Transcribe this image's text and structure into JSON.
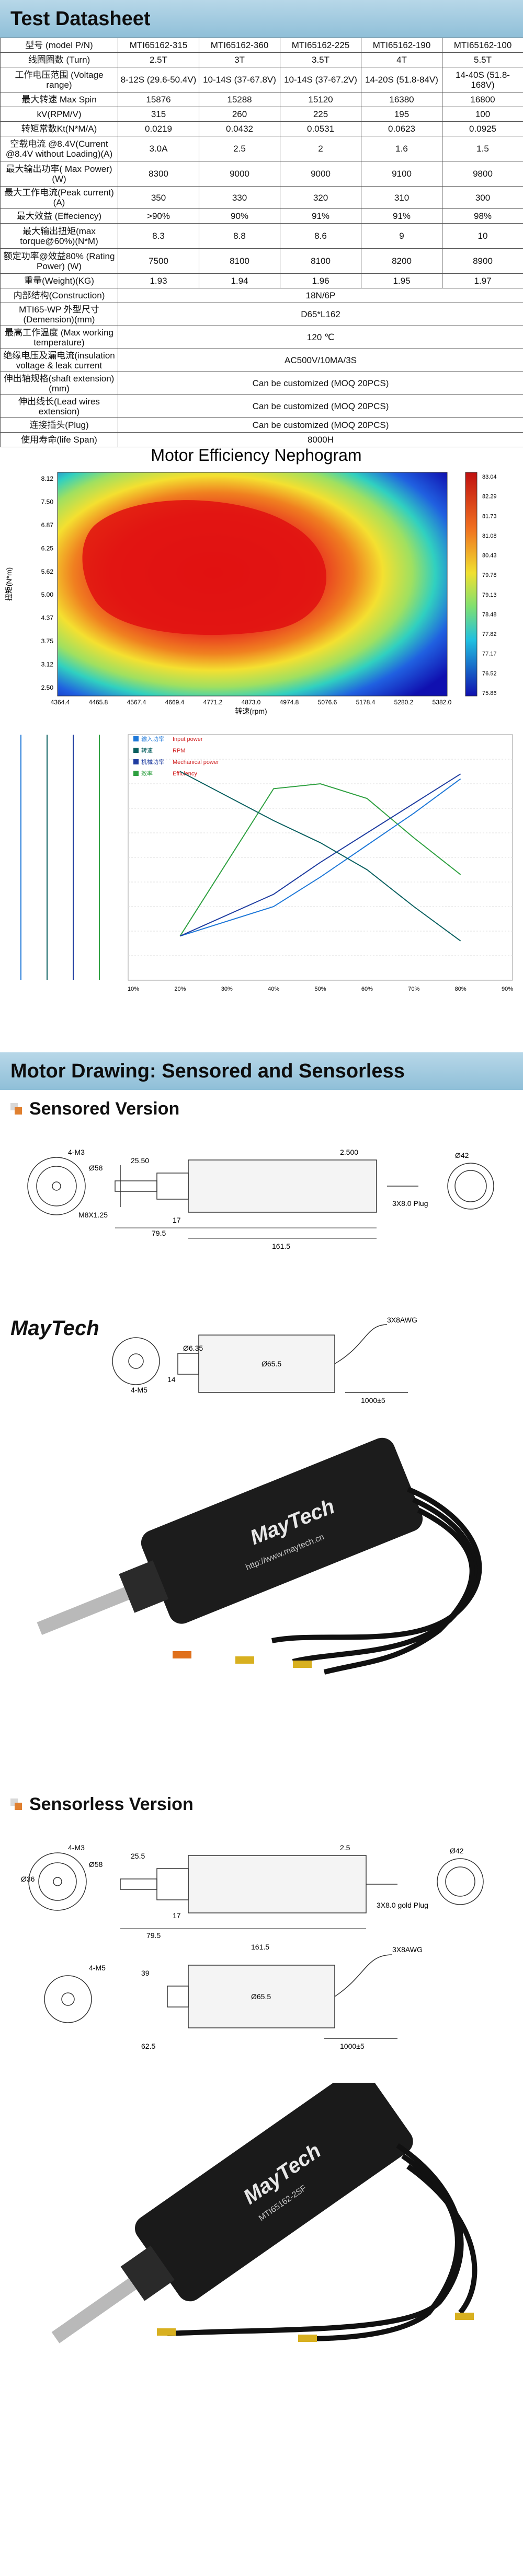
{
  "datasheet": {
    "title": "Test Datasheet",
    "rows": [
      {
        "label": "型号 (model P/N)",
        "values": [
          "MTI65162-315",
          "MTI65162-360",
          "MTI65162-225",
          "MTI65162-190",
          "MTI65162-100"
        ]
      },
      {
        "label": "线圈圈数 (Turn)",
        "values": [
          "2.5T",
          "3T",
          "3.5T",
          "4T",
          "5.5T"
        ]
      },
      {
        "label": "工作电压范围 (Voltage range)",
        "values": [
          "8-12S (29.6-50.4V)",
          "10-14S (37-67.8V)",
          "10-14S (37-67.2V)",
          "14-20S (51.8-84V)",
          "14-40S (51.8-168V)"
        ]
      },
      {
        "label": "最大转速 Max Spin",
        "values": [
          "15876",
          "15288",
          "15120",
          "16380",
          "16800"
        ]
      },
      {
        "label": "kV(RPM/V)",
        "values": [
          "315",
          "260",
          "225",
          "195",
          "100"
        ]
      },
      {
        "label": "转矩常数Kt(N*M/A)",
        "values": [
          "0.0219",
          "0.0432",
          "0.0531",
          "0.0623",
          "0.0925"
        ]
      },
      {
        "label": "空载电流 @8.4V(Current @8.4V without Loading)(A)",
        "values": [
          "3.0A",
          "2.5",
          "2",
          "1.6",
          "1.5"
        ]
      },
      {
        "label": "最大输出功率( Max Power)(W)",
        "values": [
          "8300",
          "9000",
          "9000",
          "9100",
          "9800"
        ]
      },
      {
        "label": "最大工作电流(Peak current)(A)",
        "values": [
          "350",
          "330",
          "320",
          "310",
          "300"
        ]
      },
      {
        "label": "最大效益 (Effeciency)",
        "values": [
          ">90%",
          "90%",
          "91%",
          "91%",
          "98%"
        ]
      },
      {
        "label": "最大输出扭矩(max torque@60%)(N*M)",
        "values": [
          "8.3",
          "8.8",
          "8.6",
          "9",
          "10"
        ]
      },
      {
        "label": "额定功率@效益80% (Rating Power) (W)",
        "values": [
          "7500",
          "8100",
          "8100",
          "8200",
          "8900"
        ]
      },
      {
        "label": "重量(Weight)(KG)",
        "values": [
          "1.93",
          "1.94",
          "1.96",
          "1.95",
          "1.97"
        ]
      }
    ],
    "merged_rows": [
      {
        "label": "内部结构(Construction)",
        "value": "18N/6P"
      },
      {
        "label": "MTI65-WP 外型尺寸 (Demension)(mm)",
        "value": "D65*L162"
      },
      {
        "label": "最高工作温度 (Max working temperature)",
        "value": "120 ℃"
      },
      {
        "label": "绝缘电压及漏电流(insulation voltage & leak current",
        "value": "AC500V/10MA/3S"
      },
      {
        "label": "伸出轴规格(shaft extension)(mm)",
        "value": "Can be customized (MOQ 20PCS)"
      },
      {
        "label": "伸出线长(Lead wires extension)",
        "value": "Can be customized (MOQ 20PCS)"
      },
      {
        "label": "连接插头(Plug)",
        "value": "Can be customized (MOQ 20PCS)"
      },
      {
        "label": "使用寿命(life Span)",
        "value": "8000H"
      }
    ]
  },
  "nephogram": {
    "title": "Motor Efficiency Nephogram",
    "ylabel": "扭矩(N*m)",
    "xlabel": "转速(rpm)",
    "y_ticks": [
      "8.12",
      "7.50",
      "6.87",
      "6.25",
      "5.62",
      "5.00",
      "4.37",
      "3.75",
      "3.12",
      "2.50"
    ],
    "x_ticks": [
      "4364.4",
      "4465.8",
      "4567.4",
      "4669.4",
      "4771.2",
      "4873.0",
      "4974.8",
      "5076.6",
      "5178.4",
      "5280.2",
      "5382.0"
    ],
    "scale_ticks": [
      "83.04",
      "82.29",
      "81.73",
      "81.08",
      "80.43",
      "79.78",
      "79.13",
      "78.48",
      "77.82",
      "77.17",
      "76.52",
      "75.86"
    ],
    "colors": {
      "hot": "#d92020",
      "cold": "#1010c0"
    }
  },
  "perf_chart": {
    "legend": [
      {
        "name": "输入功率",
        "desc": "Input power",
        "color": "#1e78d8"
      },
      {
        "name": "转速",
        "desc": "RPM",
        "color": "#0a6060"
      },
      {
        "name": "机械功率",
        "desc": "Mechanical power",
        "color": "#1e3ca0"
      },
      {
        "name": "效率",
        "desc": "Efficiency",
        "color": "#2ea040"
      }
    ],
    "x_ticks": [
      "10%",
      "20%",
      "30%",
      "40%",
      "50%",
      "60%",
      "70%",
      "80%",
      "90%"
    ]
  },
  "chart_data": {
    "type": "line",
    "x": [
      20,
      40,
      50,
      60,
      70,
      80
    ],
    "series": [
      {
        "name": "效率",
        "values": [
          18,
          78,
          80,
          74,
          58,
          43
        ]
      },
      {
        "name": "输入功率",
        "values": [
          18,
          30,
          42,
          55,
          68,
          82
        ]
      },
      {
        "name": "机械功率",
        "values": [
          18,
          35,
          48,
          60,
          72,
          84
        ]
      },
      {
        "name": "转速",
        "values": [
          85,
          65,
          56,
          45,
          30,
          16
        ]
      }
    ]
  },
  "drawing": {
    "title": "Motor Drawing: Sensored and Sensorless",
    "sensored_title": "Sensored Version",
    "sensorless_title": "Sensorless Version",
    "sensored_dims": [
      "4-M3",
      "Ø58",
      "25.50",
      "2.500",
      "Ø42",
      "3X8.0 Plug",
      "M8X1.25",
      "17",
      "79.5",
      "161.5",
      "Ø6.35",
      "4-M5",
      "3X8AWG",
      "Ø65.5",
      "1000±5",
      "14"
    ],
    "sensorless_dims": [
      "4-M3",
      "Ø58",
      "Ø36",
      "25.5",
      "2.5",
      "Ø42",
      "3X8.0 gold Plug",
      "17",
      "79.5",
      "161.5",
      "Ø65.5",
      "3X8AWG",
      "1000±5",
      "39",
      "62.5",
      "4-M5"
    ],
    "logo_text": "MayTech",
    "url_text": "http://www.maytech.cn",
    "model_text": "MTI65162-2SF"
  }
}
